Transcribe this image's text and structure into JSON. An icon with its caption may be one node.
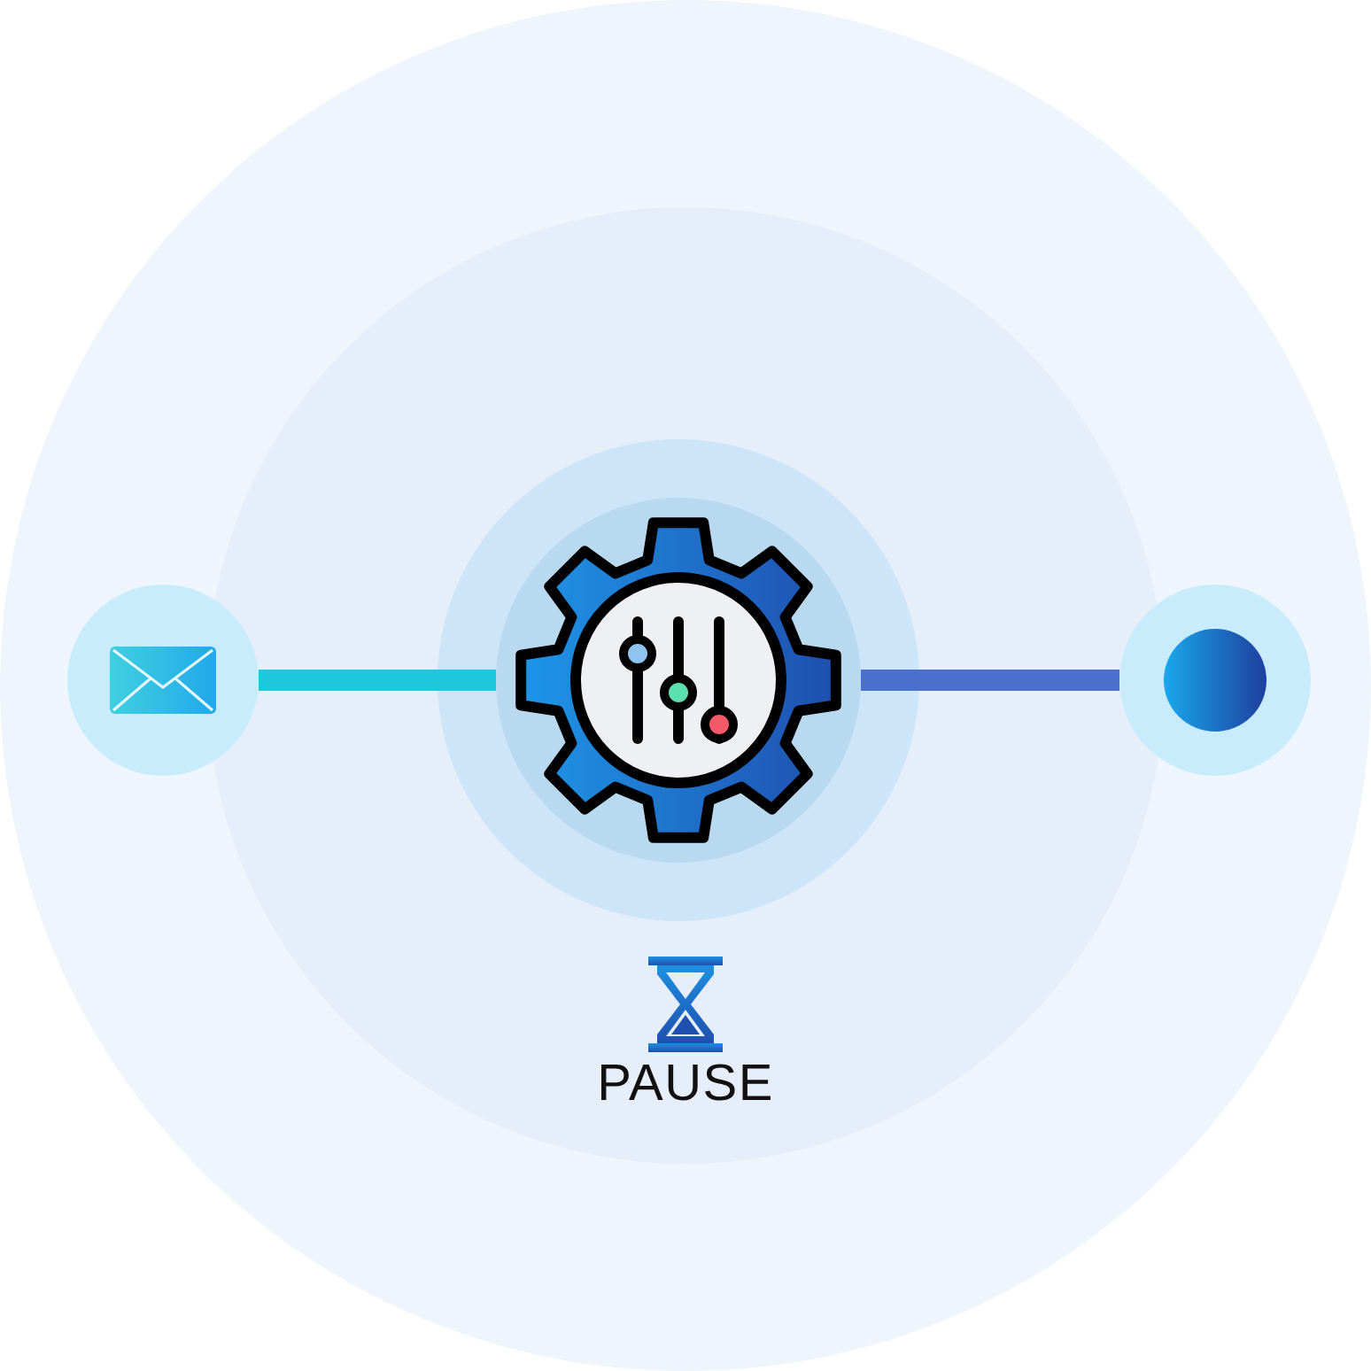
{
  "diagram": {
    "nodes": [
      {
        "text": [],
        "shape": "circle"
      },
      {
        "text": [],
        "shape": "circle"
      },
      {
        "text": [],
        "shape": "circle"
      }
    ],
    "edges": [
      {
        "from": 0,
        "to": 1,
        "arrow": "none",
        "color": "#1ec8dc"
      },
      {
        "from": 1,
        "to": 2,
        "arrow": "none",
        "color": "#4a6fcc"
      }
    ],
    "labels": [
      "PAUSE"
    ]
  }
}
